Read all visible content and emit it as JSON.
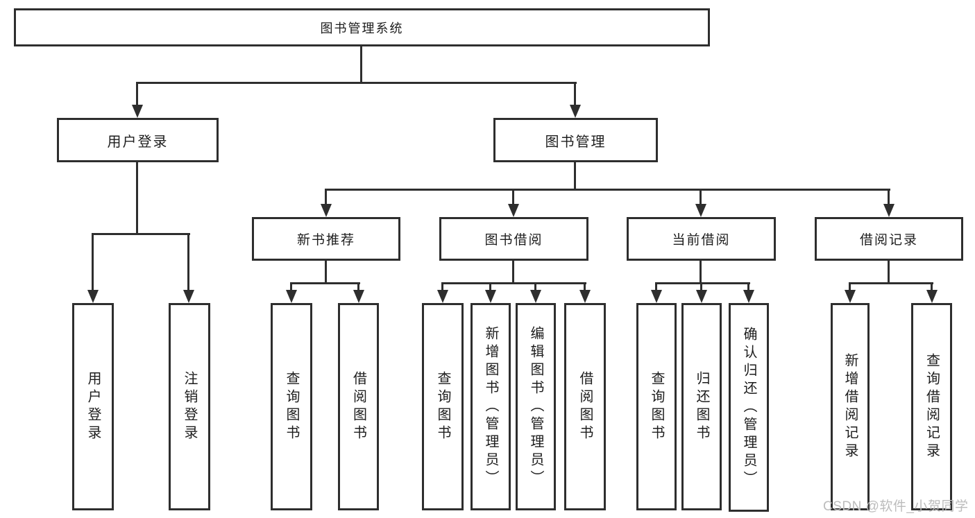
{
  "tree": {
    "label": "图书管理系统",
    "children": [
      {
        "label": "用户登录",
        "children": [
          {
            "label": "用户登录"
          },
          {
            "label": "注销登录"
          }
        ]
      },
      {
        "label": "图书管理",
        "children": [
          {
            "label": "新书推荐",
            "children": [
              {
                "label": "查询图书"
              },
              {
                "label": "借阅图书"
              }
            ]
          },
          {
            "label": "图书借阅",
            "children": [
              {
                "label": "查询图书"
              },
              {
                "label": "新增图书（管理员）"
              },
              {
                "label": "编辑图书（管理员）"
              },
              {
                "label": "借阅图书"
              }
            ]
          },
          {
            "label": "当前借阅",
            "children": [
              {
                "label": "查询图书"
              },
              {
                "label": "归还图书"
              },
              {
                "label": "确认归还（管理员）"
              }
            ]
          },
          {
            "label": "借阅记录",
            "children": [
              {
                "label": "新增借阅记录"
              },
              {
                "label": "查询借阅记录"
              }
            ]
          }
        ]
      }
    ]
  },
  "watermark": {
    "text": "CSDN @软件_小贺同学"
  },
  "colors": {
    "line": "#2e2e2e",
    "text": "#1d1d1d",
    "background": "#ffffff",
    "watermark": "#bcbcbc"
  }
}
